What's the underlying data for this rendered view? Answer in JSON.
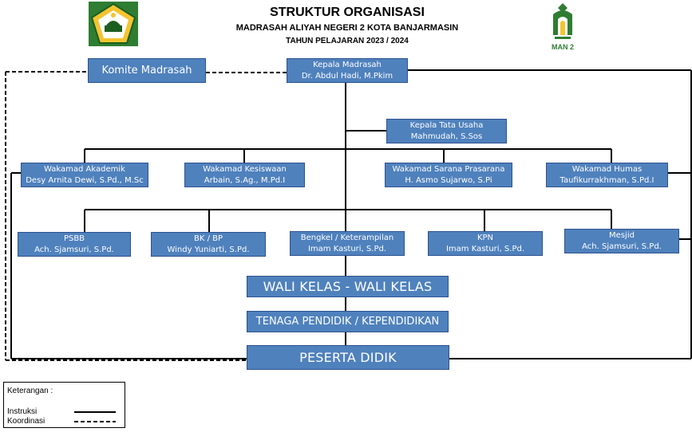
{
  "header": {
    "title": "STRUKTUR ORGANISASI",
    "subtitle": "MADRASAH ALIYAH NEGERI 2 KOTA BANJARMASIN",
    "year": "TAHUN PELAJARAN 2023 / 2024",
    "man2_logo_text": "MAN 2"
  },
  "nodes": {
    "komite": {
      "label": "Komite Madrasah"
    },
    "kepala": {
      "role": "Kepala Madrasah",
      "name": "Dr. Abdul Hadi, M.Pkim"
    },
    "tu": {
      "role": "Kepala Tata Usaha",
      "name": "Mahmudah, S.Sos"
    },
    "akademik": {
      "role": "Wakamad Akademik",
      "name": "Desy Arnita Dewi, S.Pd., M.Sc"
    },
    "kesiswaan": {
      "role": "Wakamad Kesiswaan",
      "name": "Arbain, S.Ag., M.Pd.I"
    },
    "sarpras": {
      "role": "Wakamad Sarana Prasarana",
      "name": "H. Asmo Sujarwo, S.Pi"
    },
    "humas": {
      "role": "Wakamad Humas",
      "name": "Taufikurrakhman, S.Pd.I"
    },
    "psbb": {
      "role": "PSBB",
      "name": "Ach. Sjamsuri, S.Pd."
    },
    "bk": {
      "role": "BK / BP",
      "name": "Windy Yuniarti, S.Pd."
    },
    "bengkel": {
      "role": "Bengkel / Keterampilan",
      "name": "Imam Kasturi, S.Pd."
    },
    "kpn": {
      "role": "KPN",
      "name": "Imam Kasturi, S.Pd."
    },
    "mesjid": {
      "role": "Mesjid",
      "name": "Ach. Sjamsuri, S.Pd."
    },
    "wali": {
      "label": "WALI KELAS - WALI KELAS"
    },
    "tenaga": {
      "label": "TENAGA PENDIDIK / KEPENDIDIKAN"
    },
    "peserta": {
      "label": "PESERTA DIDIK"
    }
  },
  "legend": {
    "title": "Keterangan :",
    "items": [
      {
        "label": "Instruksi",
        "style": "solid"
      },
      {
        "label": "Koordinasi",
        "style": "dashed"
      }
    ]
  },
  "colors": {
    "box_fill": "#4f81bd",
    "box_border": "#2f528f",
    "box_text": "#ffffff",
    "line": "#000000"
  }
}
